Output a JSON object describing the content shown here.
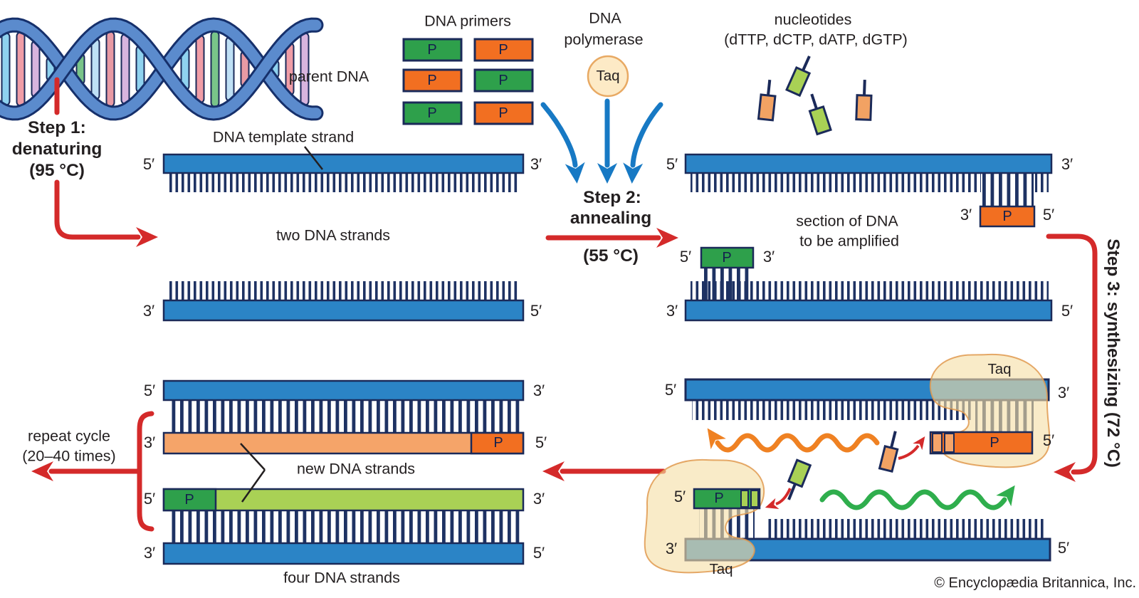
{
  "labels": {
    "parent_dna": "parent DNA",
    "dna_template_strand": "DNA template strand",
    "dna_primers": "DNA primers",
    "dna_polymerase_line1": "DNA",
    "dna_polymerase_line2": "polymerase",
    "taq": "Taq",
    "nucleotides_line1": "nucleotides",
    "nucleotides_line2": "(dTTP, dCTP, dATP, dGTP)",
    "two_dna_strands": "two DNA strands",
    "section_amplified_line1": "section of DNA",
    "section_amplified_line2": "to be amplified",
    "new_dna_strands": "new DNA strands",
    "four_dna_strands": "four DNA strands",
    "repeat_cycle_line1": "repeat cycle",
    "repeat_cycle_line2": "(20–40 times)",
    "primer_p": "P",
    "copyright": "© Encyclopædia Britannica, Inc."
  },
  "steps": {
    "step1_line1": "Step 1:",
    "step1_line2": "denaturing",
    "step1_line3": "(95 °C)",
    "step2_line1": "Step 2:",
    "step2_line2": "annealing",
    "step2_line3": "(55 °C)",
    "step3": "Step 3: synthesizing (72 °C)"
  },
  "prime": {
    "five": "5′",
    "three": "3′"
  },
  "colors": {
    "strand_blue": "#2b84c6",
    "outline_navy": "#1b2a59",
    "teeth_navy": "#1e3263",
    "primer_green": "#2ea04b",
    "primer_orange": "#f26f21",
    "new_strand_salmon": "#f5a469",
    "new_strand_light_green": "#a9d155",
    "arrow_red": "#d42a2a",
    "arrow_blue": "#1779c4",
    "wave_orange": "#ef8122",
    "wave_green": "#2fae4d",
    "enzyme_cream": "#f5dfa6",
    "enzyme_edge": "#e09a50",
    "taq_circle_fill": "#fdeac6"
  }
}
